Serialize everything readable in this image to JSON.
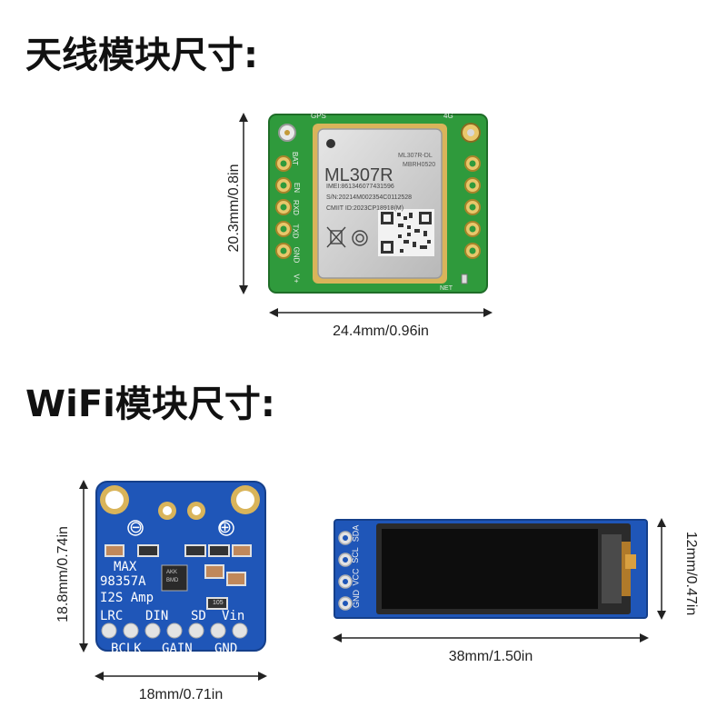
{
  "headings": {
    "antenna": "天线模块尺寸:",
    "wifi": "WiFi模块尺寸:"
  },
  "antenna_module": {
    "chip_name": "ML307R",
    "chip_sub1": "ML307R-DL",
    "chip_sub2": "MBRH0520",
    "imei": "IMEI:861346077431596",
    "sn": "S/N:20214M002354C0112528",
    "cmiit": "CMIIT ID:2023CP18918(M)",
    "pins_left": [
      "BAT",
      "EN",
      "RXD",
      "TXD",
      "GND",
      "V+"
    ],
    "label_gps": "GPS",
    "label_4g": "4G",
    "label_net": "NET",
    "dim_height": "20.3mm/0.8in",
    "dim_width": "24.4mm/0.96in"
  },
  "amp_module": {
    "line1": "MAX",
    "line2": "98357A",
    "line3": "I2S Amp",
    "minus": "⊖",
    "plus": "⊕",
    "top_labels": [
      "LRC",
      "DIN",
      "SD",
      "Vin"
    ],
    "bottom_labels": [
      "BCLK",
      "GAIN",
      "GND"
    ],
    "chip_text1": "AKK",
    "chip_text2": "BMD",
    "small_chip": "105",
    "dim_height": "18.8mm/0.74in",
    "dim_width": "18mm/0.71in"
  },
  "oled_module": {
    "pins": [
      "GND",
      "VCC",
      "SCL",
      "SDA"
    ],
    "dim_height": "12mm/0.47in",
    "dim_width": "38mm/1.50in"
  }
}
